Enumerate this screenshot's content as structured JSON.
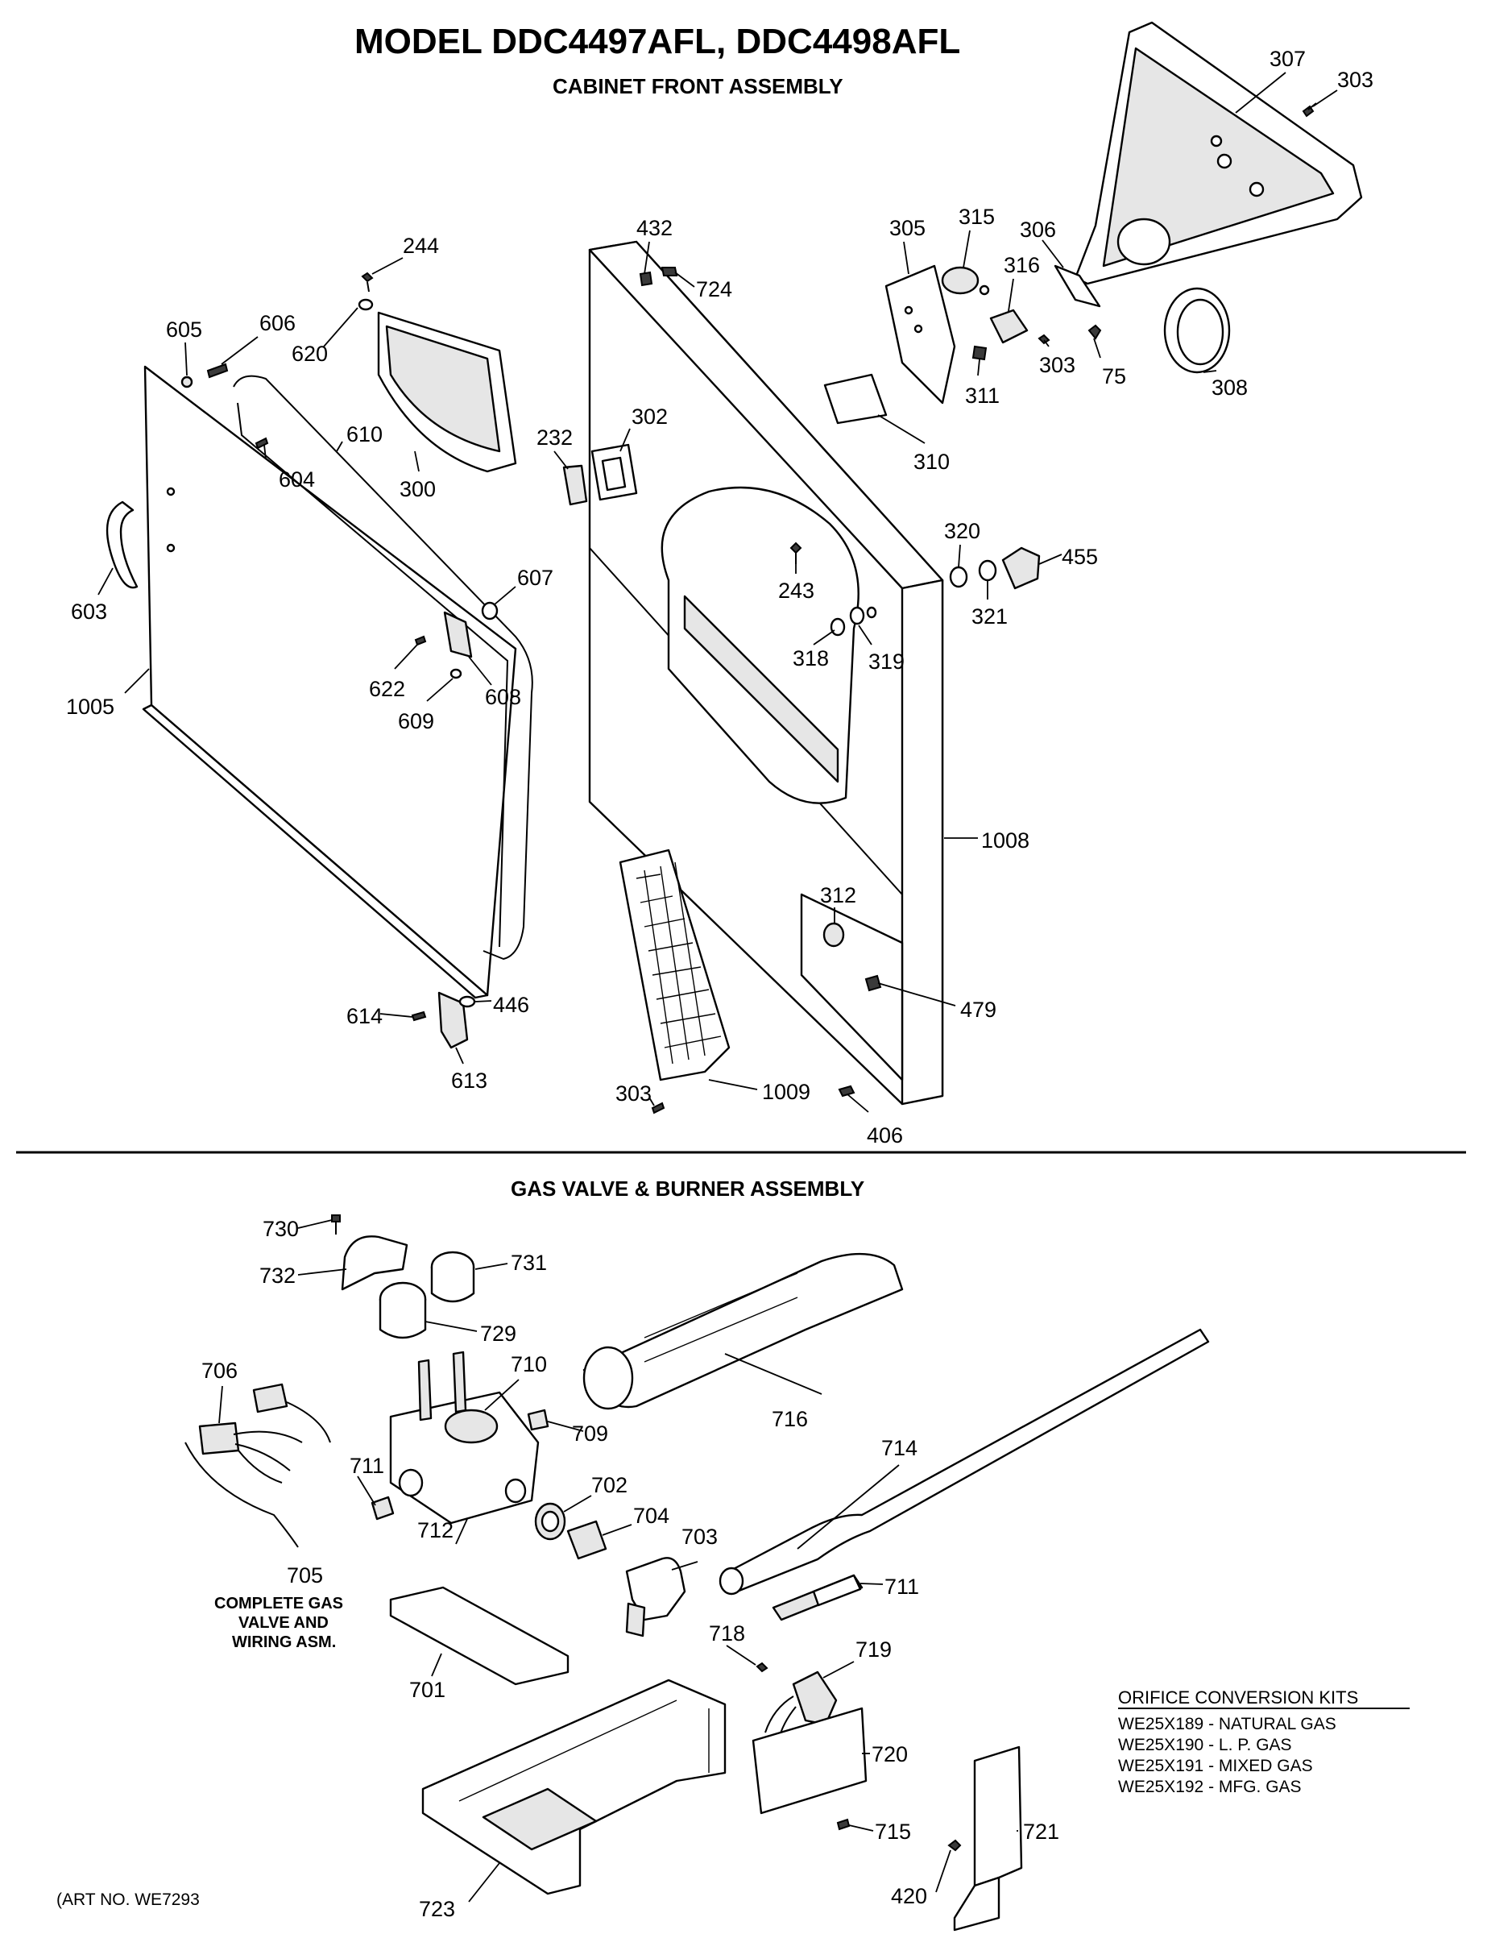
{
  "header": {
    "title": "MODEL DDC4497AFL, DDC4498AFL",
    "section_cabinet": "CABINET FRONT ASSEMBLY",
    "section_gas": "GAS VALVE & BURNER ASSEMBLY"
  },
  "callouts": [
    {
      "id": "c307",
      "text": "307"
    },
    {
      "id": "c303a",
      "text": "303"
    },
    {
      "id": "c244",
      "text": "244"
    },
    {
      "id": "c605",
      "text": "605"
    },
    {
      "id": "c606",
      "text": "606"
    },
    {
      "id": "c620",
      "text": "620"
    },
    {
      "id": "c610",
      "text": "610"
    },
    {
      "id": "c604",
      "text": "604"
    },
    {
      "id": "c300",
      "text": "300"
    },
    {
      "id": "c603",
      "text": "603"
    },
    {
      "id": "c1005",
      "text": "1005"
    },
    {
      "id": "c607",
      "text": "607"
    },
    {
      "id": "c622",
      "text": "622"
    },
    {
      "id": "c609",
      "text": "609"
    },
    {
      "id": "c608",
      "text": "608"
    },
    {
      "id": "c614",
      "text": "614"
    },
    {
      "id": "c446",
      "text": "446"
    },
    {
      "id": "c613",
      "text": "613"
    },
    {
      "id": "c432",
      "text": "432"
    },
    {
      "id": "c724",
      "text": "724"
    },
    {
      "id": "c232",
      "text": "232"
    },
    {
      "id": "c302",
      "text": "302"
    },
    {
      "id": "c243",
      "text": "243"
    },
    {
      "id": "c318",
      "text": "318"
    },
    {
      "id": "c319",
      "text": "319"
    },
    {
      "id": "c305",
      "text": "305"
    },
    {
      "id": "c315",
      "text": "315"
    },
    {
      "id": "c316",
      "text": "316"
    },
    {
      "id": "c306",
      "text": "306"
    },
    {
      "id": "c303b",
      "text": "303"
    },
    {
      "id": "c75",
      "text": "75"
    },
    {
      "id": "c311",
      "text": "311"
    },
    {
      "id": "c310",
      "text": "310"
    },
    {
      "id": "c308",
      "text": "308"
    },
    {
      "id": "c320",
      "text": "320"
    },
    {
      "id": "c321",
      "text": "321"
    },
    {
      "id": "c455",
      "text": "455"
    },
    {
      "id": "c1008",
      "text": "1008"
    },
    {
      "id": "c312",
      "text": "312"
    },
    {
      "id": "c479",
      "text": "479"
    },
    {
      "id": "c303c",
      "text": "303"
    },
    {
      "id": "c1009",
      "text": "1009"
    },
    {
      "id": "c406",
      "text": "406"
    },
    {
      "id": "c730",
      "text": "730"
    },
    {
      "id": "c732",
      "text": "732"
    },
    {
      "id": "c731",
      "text": "731"
    },
    {
      "id": "c729",
      "text": "729"
    },
    {
      "id": "c706",
      "text": "706"
    },
    {
      "id": "c710",
      "text": "710"
    },
    {
      "id": "c709",
      "text": "709"
    },
    {
      "id": "c711a",
      "text": "711"
    },
    {
      "id": "c712",
      "text": "712"
    },
    {
      "id": "c702",
      "text": "702"
    },
    {
      "id": "c704",
      "text": "704"
    },
    {
      "id": "c703",
      "text": "703"
    },
    {
      "id": "c705",
      "text": "705"
    },
    {
      "id": "c701",
      "text": "701"
    },
    {
      "id": "c716",
      "text": "716"
    },
    {
      "id": "c714",
      "text": "714"
    },
    {
      "id": "c711b",
      "text": "711"
    },
    {
      "id": "c718",
      "text": "718"
    },
    {
      "id": "c719",
      "text": "719"
    },
    {
      "id": "c720",
      "text": "720"
    },
    {
      "id": "c715",
      "text": "715"
    },
    {
      "id": "c721",
      "text": "721"
    },
    {
      "id": "c420",
      "text": "420"
    },
    {
      "id": "c723",
      "text": "723"
    }
  ],
  "notes": {
    "complete_gas_line1": "COMPLETE GAS",
    "complete_gas_line2": "VALVE AND",
    "complete_gas_line3": "WIRING ASM."
  },
  "orifice_kits": {
    "heading": "ORIFICE CONVERSION KITS",
    "items": [
      "WE25X189 - NATURAL GAS",
      "WE25X190 - L. P. GAS",
      "WE25X191 - MIXED GAS",
      "WE25X192 - MFG. GAS"
    ]
  },
  "art_number": "(ART NO. WE7293"
}
